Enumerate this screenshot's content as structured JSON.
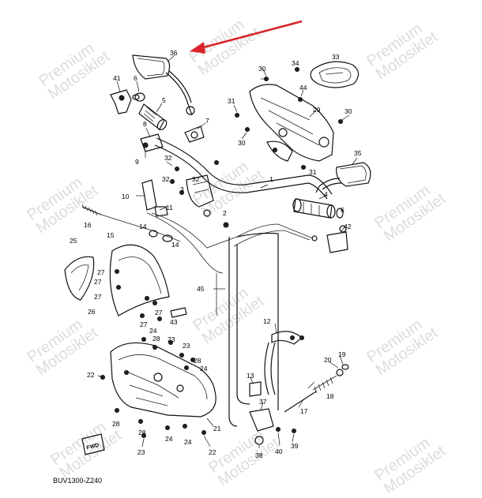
{
  "diagram": {
    "code": "BUV1300-Z240",
    "watermark_line1": "Premium",
    "watermark_line2": "Motosiklet",
    "fwd_label": "FWD",
    "arrow_color": "#d9232a",
    "callouts": [
      {
        "id": "c36",
        "label": "36"
      },
      {
        "id": "c41",
        "label": "41"
      },
      {
        "id": "c6a",
        "label": "6"
      },
      {
        "id": "c5",
        "label": "5"
      },
      {
        "id": "c8",
        "label": "8"
      },
      {
        "id": "c7",
        "label": "7"
      },
      {
        "id": "c9",
        "label": "9"
      },
      {
        "id": "c32a",
        "label": "32"
      },
      {
        "id": "c32b",
        "label": "32"
      },
      {
        "id": "c32c",
        "label": "32"
      },
      {
        "id": "c3",
        "label": "3"
      },
      {
        "id": "c10",
        "label": "10"
      },
      {
        "id": "c11",
        "label": "11"
      },
      {
        "id": "c2",
        "label": "2"
      },
      {
        "id": "c1",
        "label": "1"
      },
      {
        "id": "c16",
        "label": "16"
      },
      {
        "id": "c15",
        "label": "15"
      },
      {
        "id": "c14a",
        "label": "14"
      },
      {
        "id": "c14b",
        "label": "14"
      },
      {
        "id": "c25",
        "label": "25"
      },
      {
        "id": "c27a",
        "label": "27"
      },
      {
        "id": "c27b",
        "label": "27"
      },
      {
        "id": "c27c",
        "label": "27"
      },
      {
        "id": "c27d",
        "label": "27"
      },
      {
        "id": "c27e",
        "label": "27"
      },
      {
        "id": "c26",
        "label": "26"
      },
      {
        "id": "c43",
        "label": "43"
      },
      {
        "id": "c45",
        "label": "45"
      },
      {
        "id": "c24a",
        "label": "24"
      },
      {
        "id": "c24b",
        "label": "24"
      },
      {
        "id": "c24c",
        "label": "24"
      },
      {
        "id": "c24d",
        "label": "24"
      },
      {
        "id": "c23a",
        "label": "23"
      },
      {
        "id": "c23b",
        "label": "23"
      },
      {
        "id": "c23c",
        "label": "23"
      },
      {
        "id": "c28a",
        "label": "28"
      },
      {
        "id": "c28b",
        "label": "28"
      },
      {
        "id": "c28c",
        "label": "28"
      },
      {
        "id": "c28d",
        "label": "28"
      },
      {
        "id": "c22a",
        "label": "22"
      },
      {
        "id": "c22b",
        "label": "22"
      },
      {
        "id": "c21",
        "label": "21"
      },
      {
        "id": "c30a",
        "label": "30"
      },
      {
        "id": "c30b",
        "label": "30"
      },
      {
        "id": "c30c",
        "label": "30"
      },
      {
        "id": "c34",
        "label": "34"
      },
      {
        "id": "c33",
        "label": "33"
      },
      {
        "id": "c44",
        "label": "44"
      },
      {
        "id": "c31a",
        "label": "31"
      },
      {
        "id": "c31b",
        "label": "31"
      },
      {
        "id": "c29",
        "label": "29"
      },
      {
        "id": "c35",
        "label": "35"
      },
      {
        "id": "c4",
        "label": "4"
      },
      {
        "id": "c6b",
        "label": "6"
      },
      {
        "id": "c42",
        "label": "42"
      },
      {
        "id": "c12",
        "label": "12"
      },
      {
        "id": "c13",
        "label": "13"
      },
      {
        "id": "c37",
        "label": "37"
      },
      {
        "id": "c17",
        "label": "17"
      },
      {
        "id": "c18",
        "label": "18"
      },
      {
        "id": "c19",
        "label": "19"
      },
      {
        "id": "c20",
        "label": "20"
      },
      {
        "id": "c38",
        "label": "38"
      },
      {
        "id": "c39",
        "label": "39"
      },
      {
        "id": "c40",
        "label": "40"
      }
    ]
  }
}
